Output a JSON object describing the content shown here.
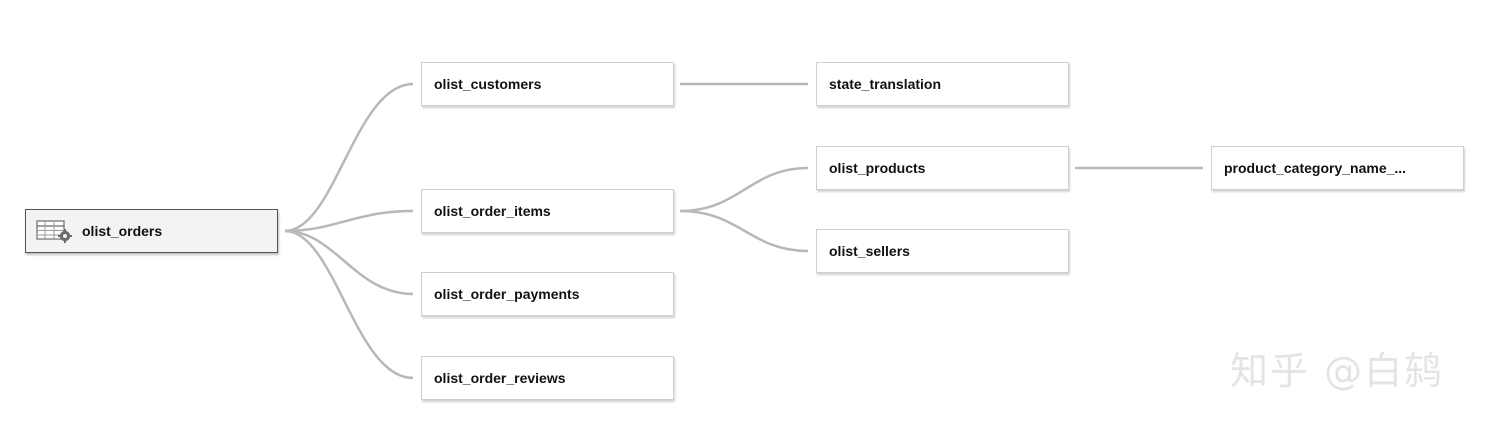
{
  "diagram": {
    "root": {
      "label": "olist_orders",
      "icon": "table-settings-icon"
    },
    "nodes": {
      "olist_customers": "olist_customers",
      "olist_order_items": "olist_order_items",
      "olist_order_payments": "olist_order_payments",
      "olist_order_reviews": "olist_order_reviews",
      "state_translation": "state_translation",
      "olist_products": "olist_products",
      "olist_sellers": "olist_sellers",
      "product_category_name": "product_category_name_..."
    },
    "edges": [
      [
        "olist_orders",
        "olist_customers"
      ],
      [
        "olist_orders",
        "olist_order_items"
      ],
      [
        "olist_orders",
        "olist_order_payments"
      ],
      [
        "olist_orders",
        "olist_order_reviews"
      ],
      [
        "olist_customers",
        "state_translation"
      ],
      [
        "olist_order_items",
        "olist_products"
      ],
      [
        "olist_order_items",
        "olist_sellers"
      ],
      [
        "olist_products",
        "product_category_name"
      ]
    ],
    "colors": {
      "link": "#b8b8b8",
      "root_bg": "#f3f3f3"
    }
  },
  "watermark": "知乎 @白鸫"
}
